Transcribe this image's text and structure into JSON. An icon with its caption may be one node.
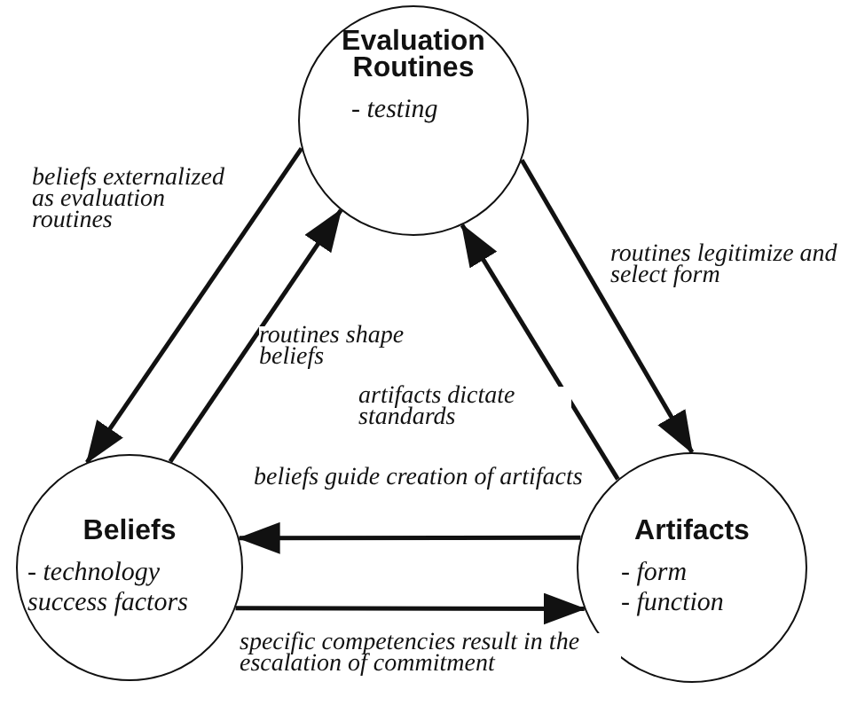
{
  "diagram": {
    "nodes": [
      {
        "text": [
          "Evaluation Routines",
          "- testing"
        ]
      },
      {
        "text": [
          "Beliefs",
          "- technology success factors"
        ]
      },
      {
        "text": [
          "Artifacts",
          "- form",
          "- function"
        ]
      }
    ],
    "edges": [
      {
        "from": 0,
        "to": 1,
        "arrow": "to",
        "label": "beliefs externalized as evaluation routines"
      },
      {
        "from": 1,
        "to": 0,
        "arrow": "to",
        "label": "routines shape beliefs"
      },
      {
        "from": 0,
        "to": 2,
        "arrow": "to",
        "label": "routines legitimize and select form"
      },
      {
        "from": 2,
        "to": 0,
        "arrow": "to",
        "label": "artifacts dictate standards"
      },
      {
        "from": 2,
        "to": 1,
        "arrow": "to",
        "label": "beliefs guide creation of artifacts"
      },
      {
        "from": 1,
        "to": 2,
        "arrow": "to",
        "label": "specific competencies result in the escalation of commitment"
      }
    ]
  }
}
